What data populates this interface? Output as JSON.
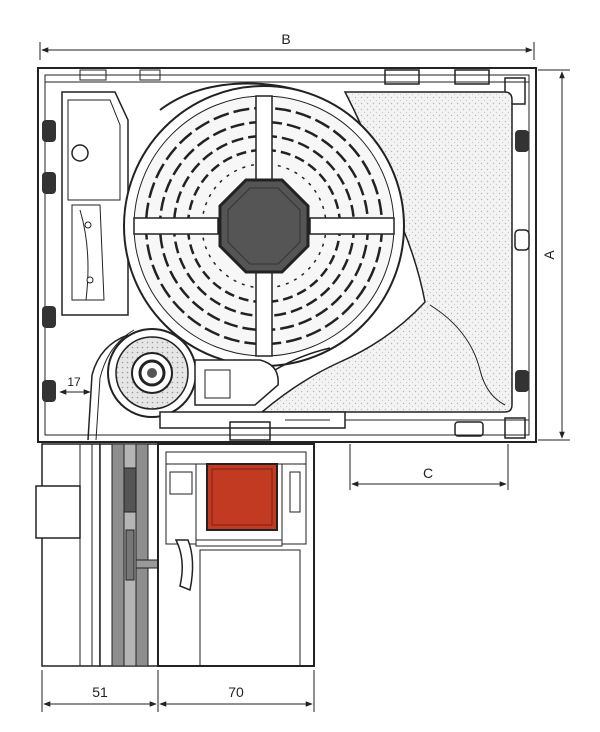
{
  "dimensions": {
    "width": "B",
    "height": "A",
    "guide_depth": "C",
    "small_gap": "17",
    "rail_width": "51",
    "frame_width": "70"
  },
  "colors": {
    "line": "#222222",
    "insulation_fill": "#ececec",
    "roller_fill": "#f2f2f2",
    "axle_fill": "#555555",
    "seal_fill": "#c23a22",
    "rail_fill": "#8e8e8e",
    "profile_fill": "#ffffff"
  }
}
